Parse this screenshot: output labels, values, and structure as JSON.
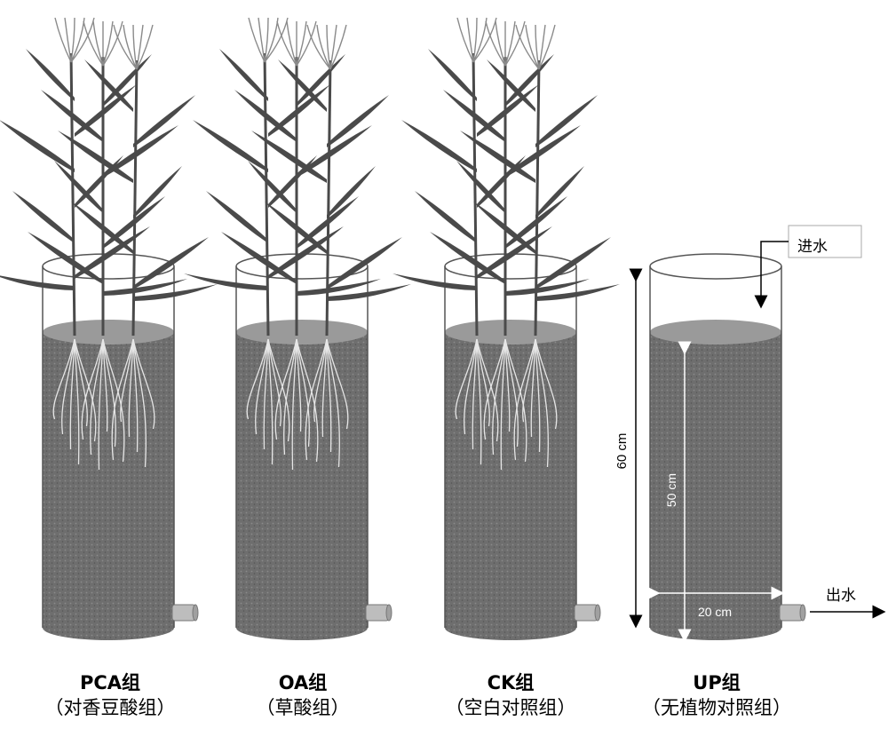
{
  "colors": {
    "soil": "#6e6e6e",
    "soil_top": "#9a9a9a",
    "leaf": "#4a4a4a",
    "root": "#e6e6e6",
    "outline": "#555555"
  },
  "columns": [
    {
      "name": "PCA组",
      "sub": "（对香豆酸组）",
      "planted": true
    },
    {
      "name": "OA组",
      "sub": "（草酸组）",
      "planted": true
    },
    {
      "name": "CK组",
      "sub": "（空白对照组）",
      "planted": true
    },
    {
      "name": "UP组",
      "sub": "（无植物对照组）",
      "planted": false
    }
  ],
  "dimensions": {
    "height_total": "60 cm",
    "height_soil": "50 cm",
    "diameter": "20 cm"
  },
  "labels": {
    "inflow": "进水",
    "outflow": "出水"
  }
}
